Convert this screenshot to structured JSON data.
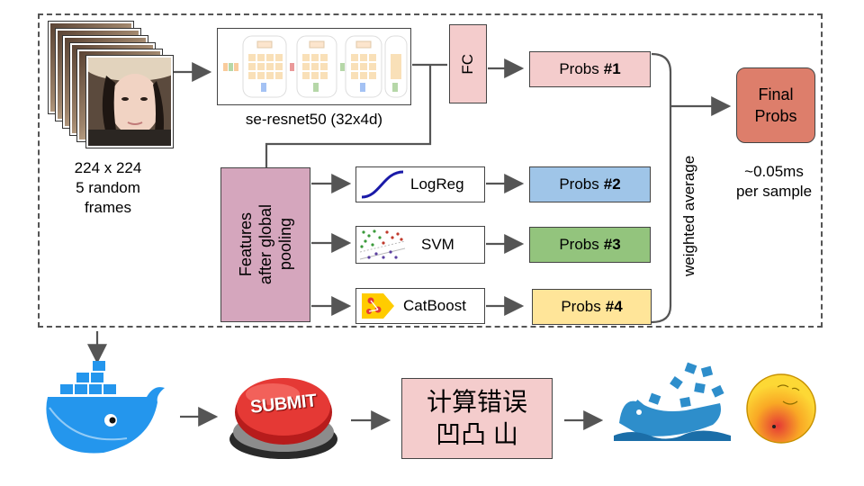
{
  "input": {
    "caption_line1": "224 x 224",
    "caption_line2": "5 random",
    "caption_line3": "frames"
  },
  "backbone": {
    "caption": "se-resnet50 (32x4d)"
  },
  "fc": {
    "label": "FC"
  },
  "features": {
    "label_line1": "Features",
    "label_line2": "after global",
    "label_line3": "pooling"
  },
  "classifiers": [
    {
      "name": "LogReg"
    },
    {
      "name": "SVM"
    },
    {
      "name": "CatBoost"
    }
  ],
  "probs": [
    {
      "prefix": "Probs",
      "id": "#1",
      "color": "#f4cccc"
    },
    {
      "prefix": "Probs",
      "id": "#2",
      "color": "#9fc5e8"
    },
    {
      "prefix": "Probs",
      "id": "#3",
      "color": "#93c47d"
    },
    {
      "prefix": "Probs",
      "id": "#4",
      "color": "#ffe599"
    }
  ],
  "ensemble": {
    "weighted_label": "weighted average",
    "final_line1": "Final",
    "final_line2": "Probs",
    "final_color": "#dd7e6b",
    "timing_line1": "~0.05ms",
    "timing_line2": "per sample"
  },
  "pipeline": {
    "submit_label": "SUBMIT",
    "error_line1": "计算错误",
    "error_line2": "凹凸 山",
    "error_color": "#f4cccc"
  },
  "colors": {
    "features_box": "#d5a6bd",
    "docker_blue": "#2496ed"
  }
}
